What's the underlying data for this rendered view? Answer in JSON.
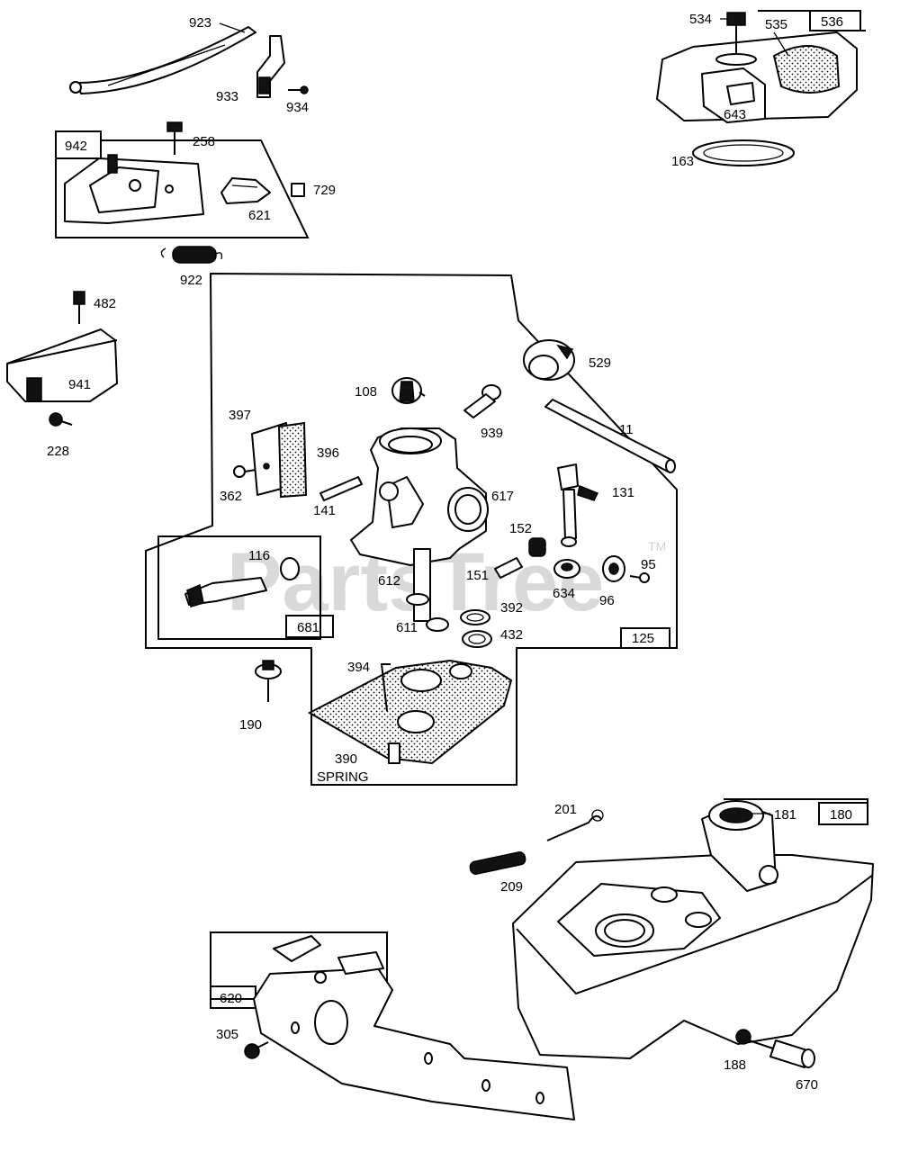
{
  "watermark": {
    "text": "PartsTree",
    "trademark": "TM"
  },
  "group_boxes": [
    {
      "id": "942",
      "label": "942"
    },
    {
      "id": "536",
      "label": "536"
    },
    {
      "id": "681",
      "label": "681"
    },
    {
      "id": "125",
      "label": "125"
    },
    {
      "id": "180",
      "label": "180"
    },
    {
      "id": "620",
      "label": "620"
    }
  ],
  "callouts": {
    "p923": "923",
    "p933": "933",
    "p934": "934",
    "p258": "258",
    "p729": "729",
    "p621": "621",
    "p922": "922",
    "p534": "534",
    "p535": "535",
    "p643": "643",
    "p163": "163",
    "p482": "482",
    "p941": "941",
    "p228": "228",
    "p529": "529",
    "p108": "108",
    "p939": "939",
    "p11": "11",
    "p397": "397",
    "p396": "396",
    "p362": "362",
    "p141": "141",
    "p617": "617",
    "p131": "131",
    "p116": "116",
    "p152": "152",
    "p95": "95",
    "p612": "612",
    "p151": "151",
    "p634": "634",
    "p96": "96",
    "p392": "392",
    "p611": "611",
    "p432": "432",
    "p394": "394",
    "p190": "190",
    "p390": "390",
    "p201": "201",
    "p181": "181",
    "p209": "209",
    "p305": "305",
    "p188": "188",
    "p670": "670"
  },
  "notes": {
    "spring": "SPRING"
  }
}
